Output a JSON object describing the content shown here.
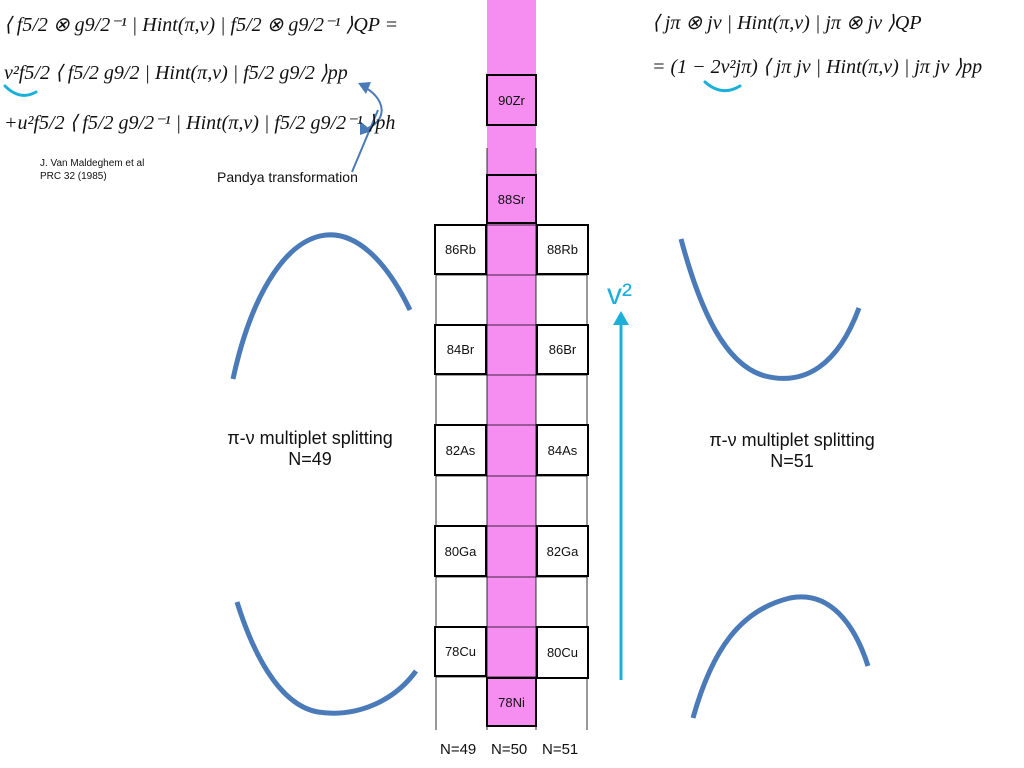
{
  "colors": {
    "pink": "#f58ef0",
    "curve": "#4a7ab8",
    "accent": "#1ab0d8",
    "line": "#000000"
  },
  "equations": {
    "left_line1": "⟨ f5/2 ⊗ g9/2⁻¹ | Hint(π,ν) | f5/2 ⊗ g9/2⁻¹ ⟩QP =",
    "left_line2": "v²f5/2 ⟨ f5/2 g9/2 | Hint(π,ν) | f5/2 g9/2 ⟩pp",
    "left_line3": "+u²f5/2 ⟨ f5/2 g9/2⁻¹ | Hint(π,ν) | f5/2 g9/2⁻¹ ⟩ph",
    "right_line1": "⟨ jπ ⊗ jν | Hint(π,ν) | jπ ⊗ jν ⟩QP",
    "right_line2": "= (1 − 2v²jπ) ⟨ jπ jν | Hint(π,ν) | jπ jν ⟩pp"
  },
  "reference": {
    "line1": "J. Van Maldeghem et al",
    "line2": "PRC 32 (1985)"
  },
  "pandya_label": "Pandya transformation",
  "v2_label": "v²",
  "splitting": {
    "left": {
      "line1": "π-ν multiplet splitting",
      "line2": "N=49"
    },
    "right": {
      "line1": "π-ν multiplet splitting",
      "line2": "N=51"
    }
  },
  "nuclei": {
    "zr90": "90Zr",
    "sr88": "88Sr",
    "rb86": "86Rb",
    "rb88": "88Rb",
    "br84": "84Br",
    "br86": "86Br",
    "as82": "82As",
    "as84": "84As",
    "ga80": "80Ga",
    "ga82": "82Ga",
    "cu78": "78Cu",
    "cu80": "80Cu",
    "ni78": "78Ni"
  },
  "columns": {
    "n49": "N=49",
    "n50": "N=50",
    "n51": "N=51"
  }
}
